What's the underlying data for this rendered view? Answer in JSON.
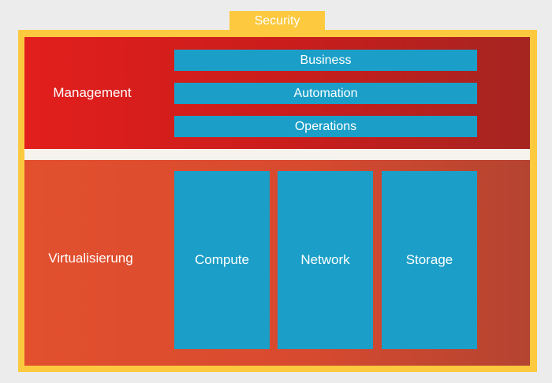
{
  "security": {
    "label": "Security"
  },
  "management": {
    "label": "Management",
    "bars": [
      "Business",
      "Automation",
      "Operations"
    ]
  },
  "virtualization": {
    "label": "Virtualisierung",
    "columns": [
      "Compute",
      "Network",
      "Storage"
    ]
  },
  "colors": {
    "security_yellow": "#fcc93f",
    "management_red": "#d81e1c",
    "virtualization_orange": "#dc4b2f",
    "component_blue": "#1b9fc8",
    "divider": "#f6f2ec",
    "background": "#ececec"
  }
}
